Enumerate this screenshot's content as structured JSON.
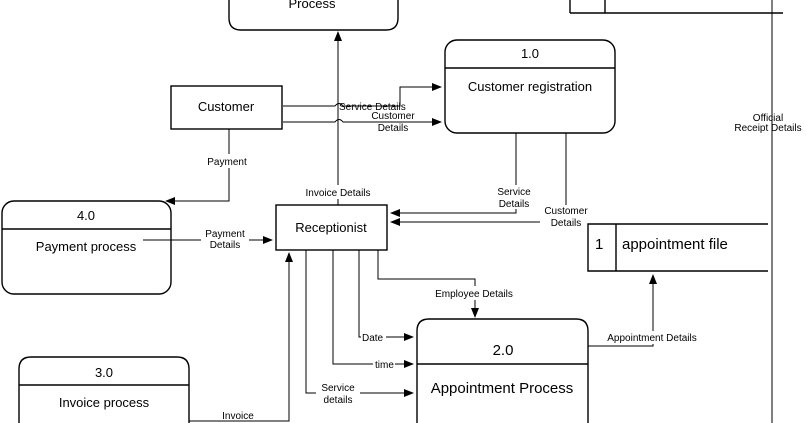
{
  "processes": {
    "top": {
      "label": "Process"
    },
    "registration": {
      "number": "1.0",
      "label": "Customer registration"
    },
    "payment": {
      "number": "4.0",
      "label": "Payment process"
    },
    "invoice": {
      "number": "3.0",
      "label": "Invoice process"
    },
    "appointment": {
      "number": "2.0",
      "label": "Appointment Process"
    }
  },
  "entities": {
    "customer": "Customer",
    "receptionist": "Receptionist"
  },
  "data_store": {
    "id": "1",
    "label": "appointment file"
  },
  "flows": {
    "service_details_1": "Service Details",
    "customer_details_1a": "Customer",
    "customer_details_1b": "Details",
    "payment": "Payment",
    "invoice_details": "Invoice Details",
    "service_details_2a": "Service",
    "service_details_2b": "Details",
    "customer_details_2a": "Customer",
    "customer_details_2b": "Details",
    "payment_details_a": "Payment",
    "payment_details_b": "Details",
    "employee_details": "Employee Details",
    "date": "Date",
    "time": "time",
    "service_details_3a": "Service",
    "service_details_3b": "details",
    "appointment_details": "Appointment Details",
    "invoice": "Invoice",
    "official_receipt_a": "Official",
    "official_receipt_b": "Receipt Details"
  }
}
